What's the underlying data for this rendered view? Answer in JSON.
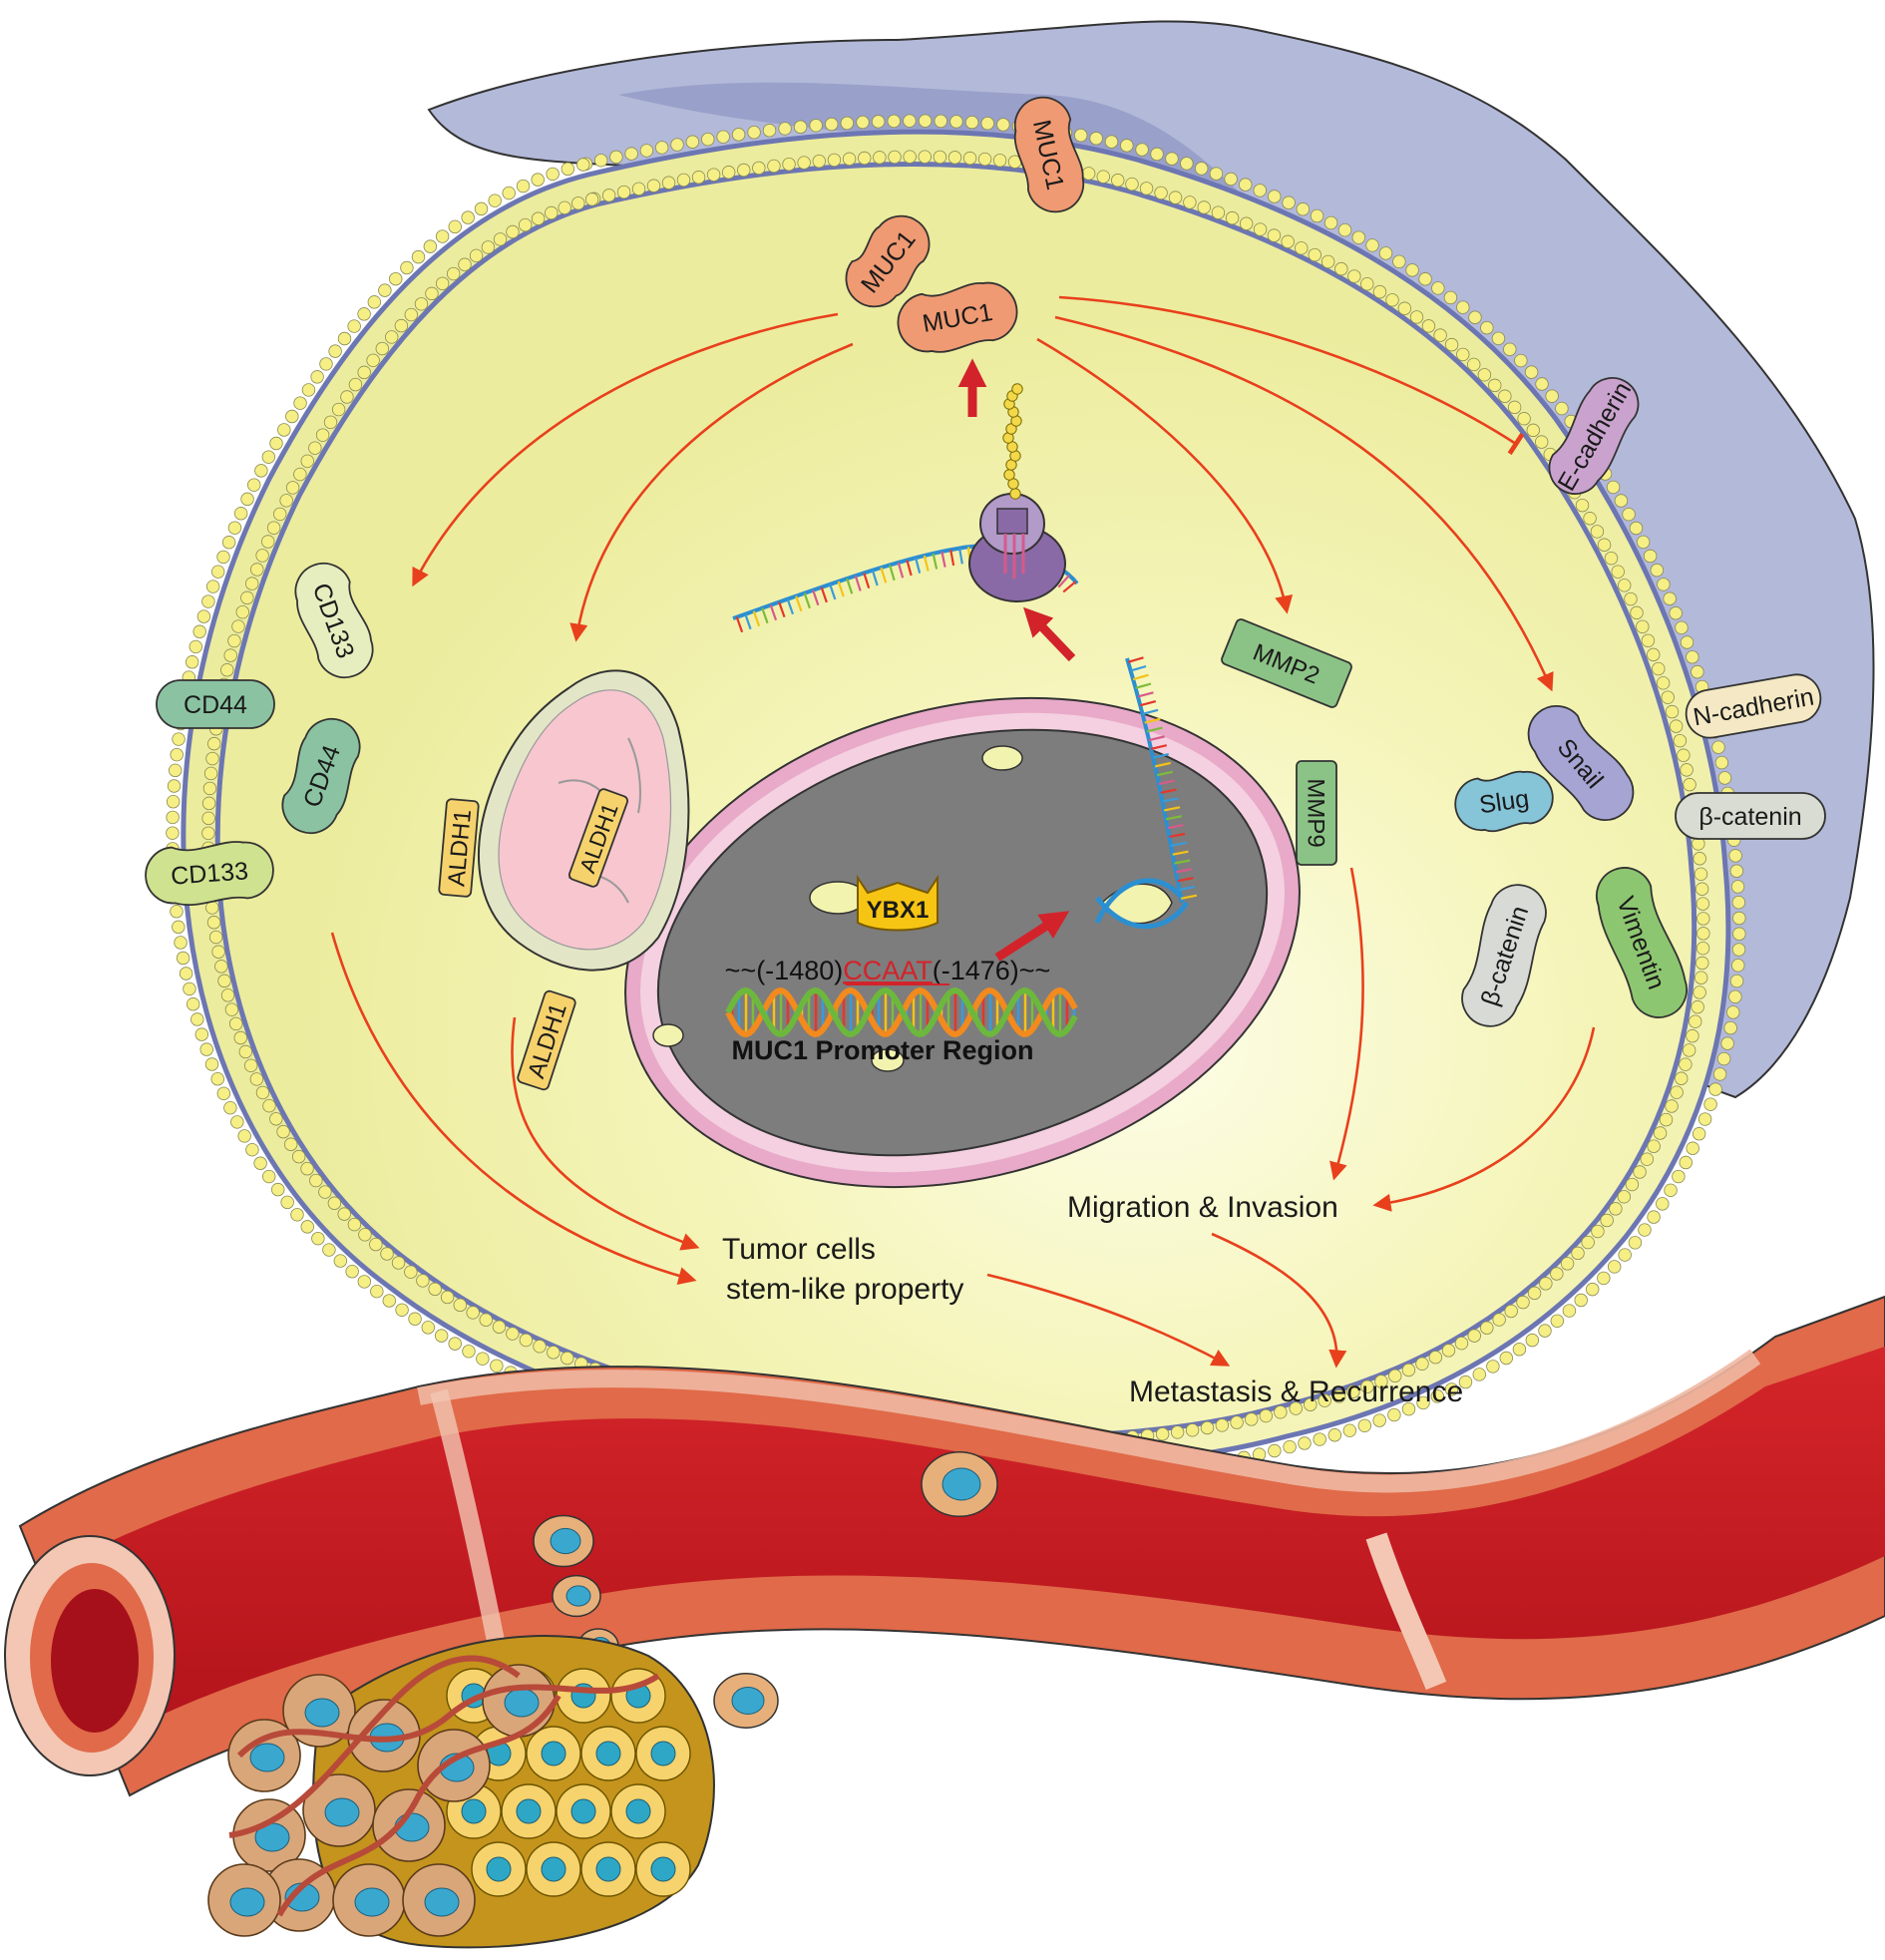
{
  "proteins": {
    "muc1_a": "MUC1",
    "muc1_b": "MUC1",
    "muc1_c": "MUC1",
    "e_cadherin": "E-cadherin",
    "cd133_a": "CD133",
    "cd44_a": "CD44",
    "cd44_b": "CD44",
    "cd133_b": "CD133",
    "aldh1_a": "ALDH1",
    "aldh1_b": "ALDH1",
    "aldh1_c": "ALDH1",
    "mmp2": "MMP2",
    "mmp9": "MMP9",
    "n_cadherin": "N-cadherin",
    "snail": "Snail",
    "slug": "Slug",
    "beta_catenin_a": "β-catenin",
    "beta_catenin_b": "β-catenin",
    "vimentin": "Vimentin",
    "ybx1": "YBX1"
  },
  "promoter": {
    "prefix": "~~(-1480)",
    "motif": "CCAAT",
    "suffix": "(-1476)~~",
    "title": "MUC1 Promoter Region"
  },
  "outcomes": {
    "stemness_line1": "Tumor cells",
    "stemness_line2": "stem-like property",
    "migration": "Migration & Invasion",
    "metastasis": "Metastasis & Recurrence"
  },
  "colors": {
    "cytoplasm": "#f3f3b0",
    "extracellular": "#b3b9d9",
    "membrane_bead": "#f5ef86",
    "membrane_line": "#6c76b2",
    "nucleus": "#7d7d7d",
    "signal_arrow": "#e8401c",
    "vessel": "#c8161d"
  }
}
